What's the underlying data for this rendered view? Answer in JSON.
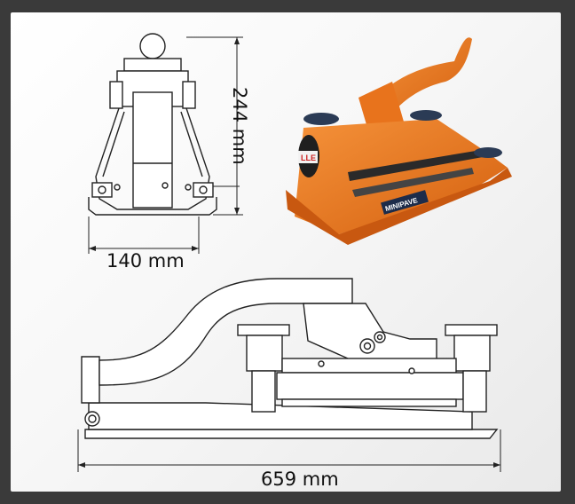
{
  "dimensions": {
    "height_label": "244 mm",
    "width_label": "140 mm",
    "length_label": "659 mm"
  },
  "photo": {
    "brand_plate": "MINIPAVE",
    "sticker_text": "LLE"
  },
  "colors": {
    "frame": "#3a3a3a",
    "tool_orange": "#e8731c",
    "drawing_line": "#222222"
  }
}
